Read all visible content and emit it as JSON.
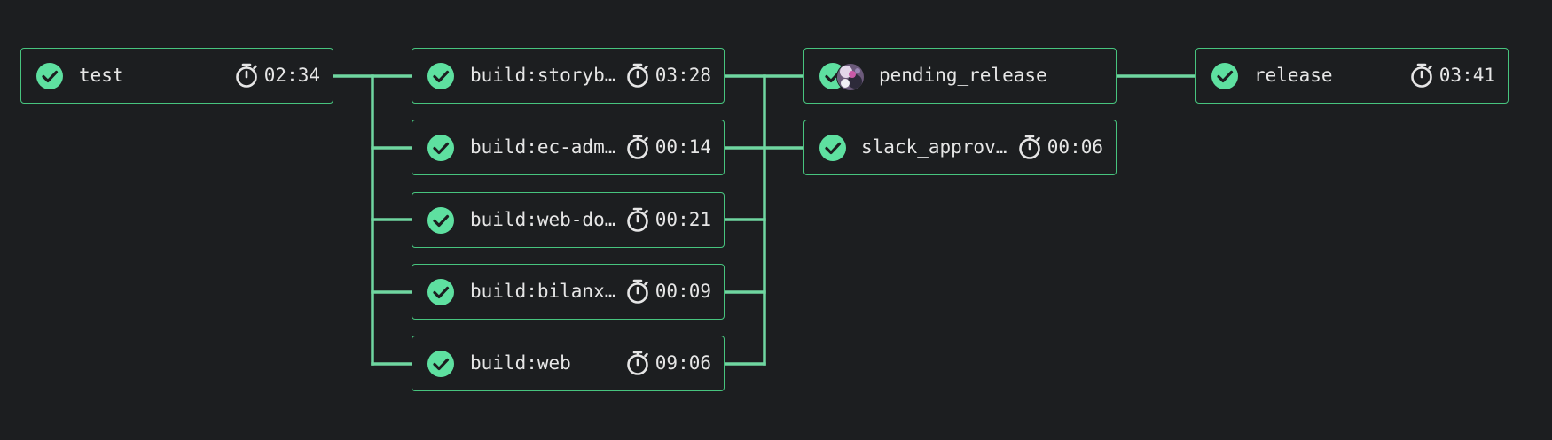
{
  "colors": {
    "background": "#1c1e20",
    "success": "#5ee0a0",
    "border": "#47c47e",
    "connector": "#6fd6a0",
    "text": "#e6e6e6"
  },
  "jobs": {
    "test": {
      "name": "test",
      "duration": "02:34",
      "status": "success"
    },
    "storybook": {
      "name": "build:storyb…",
      "duration": "03:28",
      "status": "success"
    },
    "ecadmin": {
      "name": "build:ec-adm…",
      "duration": "00:14",
      "status": "success"
    },
    "webdocs": {
      "name": "build:web-do…",
      "duration": "00:21",
      "status": "success"
    },
    "bilanx": {
      "name": "build:bilanx…",
      "duration": "00:09",
      "status": "success"
    },
    "web": {
      "name": "build:web",
      "duration": "09:06",
      "status": "success"
    },
    "pending_release": {
      "name": "pending_release",
      "status": "success"
    },
    "slack_approval": {
      "name": "slack_approv…",
      "duration": "00:06",
      "status": "success"
    },
    "release": {
      "name": "release",
      "duration": "03:41",
      "status": "success"
    }
  }
}
